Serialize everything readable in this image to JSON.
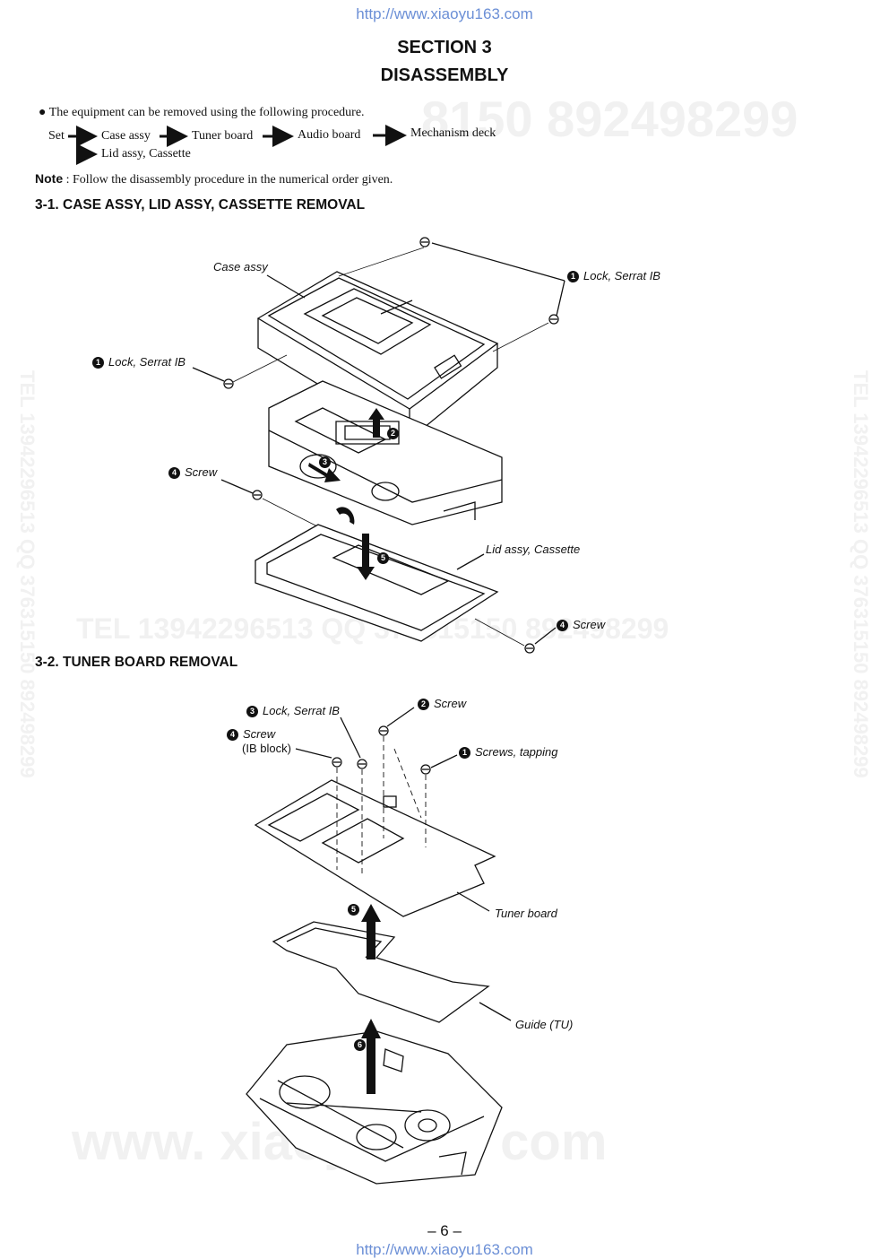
{
  "header": {
    "url": "http://www.xiaoyu163.com"
  },
  "section": {
    "number": "SECTION 3",
    "title": "DISASSEMBLY"
  },
  "intro": {
    "bullet": "The equipment can be removed using the following procedure.",
    "flow": {
      "start": "Set",
      "steps": [
        "Case assy",
        "Tuner board",
        "Audio board",
        "Mechanism deck"
      ],
      "branch": "Lid assy, Cassette"
    },
    "note_label": "Note",
    "note_text": ": Follow the disassembly procedure in the numerical order given."
  },
  "watermarks": {
    "top": "8150   892498299",
    "left_vertical": "TEL 13942296513 QQ 376315150 892498299",
    "right_vertical": "TEL 13942296513 QQ 376315150 892498299",
    "middle": "TEL  13942296513        QQ  376315150   892498299",
    "bottom": "www. xiaoyu163. com"
  },
  "section_3_1": {
    "heading": "3-1. CASE ASSY, LID ASSY, CASSETTE REMOVAL",
    "labels": {
      "case_assy": "Case assy",
      "lock_right": {
        "num": "1",
        "text": "Lock, Serrat IB"
      },
      "lock_left": {
        "num": "1",
        "text": "Lock, Serrat IB"
      },
      "screw_left": {
        "num": "4",
        "text": "Screw"
      },
      "lid_assy": "Lid assy, Cassette",
      "screw_right": {
        "num": "4",
        "text": "Screw"
      },
      "step2": "2",
      "step3": "3",
      "step5": "5"
    }
  },
  "section_3_2": {
    "heading": "3-2. TUNER BOARD REMOVAL",
    "labels": {
      "lock": {
        "num": "3",
        "text": "Lock, Serrat IB"
      },
      "screw": {
        "num": "2",
        "text": "Screw"
      },
      "screw_ib_block": {
        "num": "4",
        "text": "Screw",
        "sub": "(IB block)"
      },
      "screws_tapping": {
        "num": "1",
        "text": "Screws, tapping"
      },
      "tuner_board": "Tuner board",
      "guide_tu": "Guide (TU)",
      "step5": "5",
      "step6": "6"
    }
  },
  "footer": {
    "page": "– 6 –",
    "url": "http://www.xiaoyu163.com"
  }
}
